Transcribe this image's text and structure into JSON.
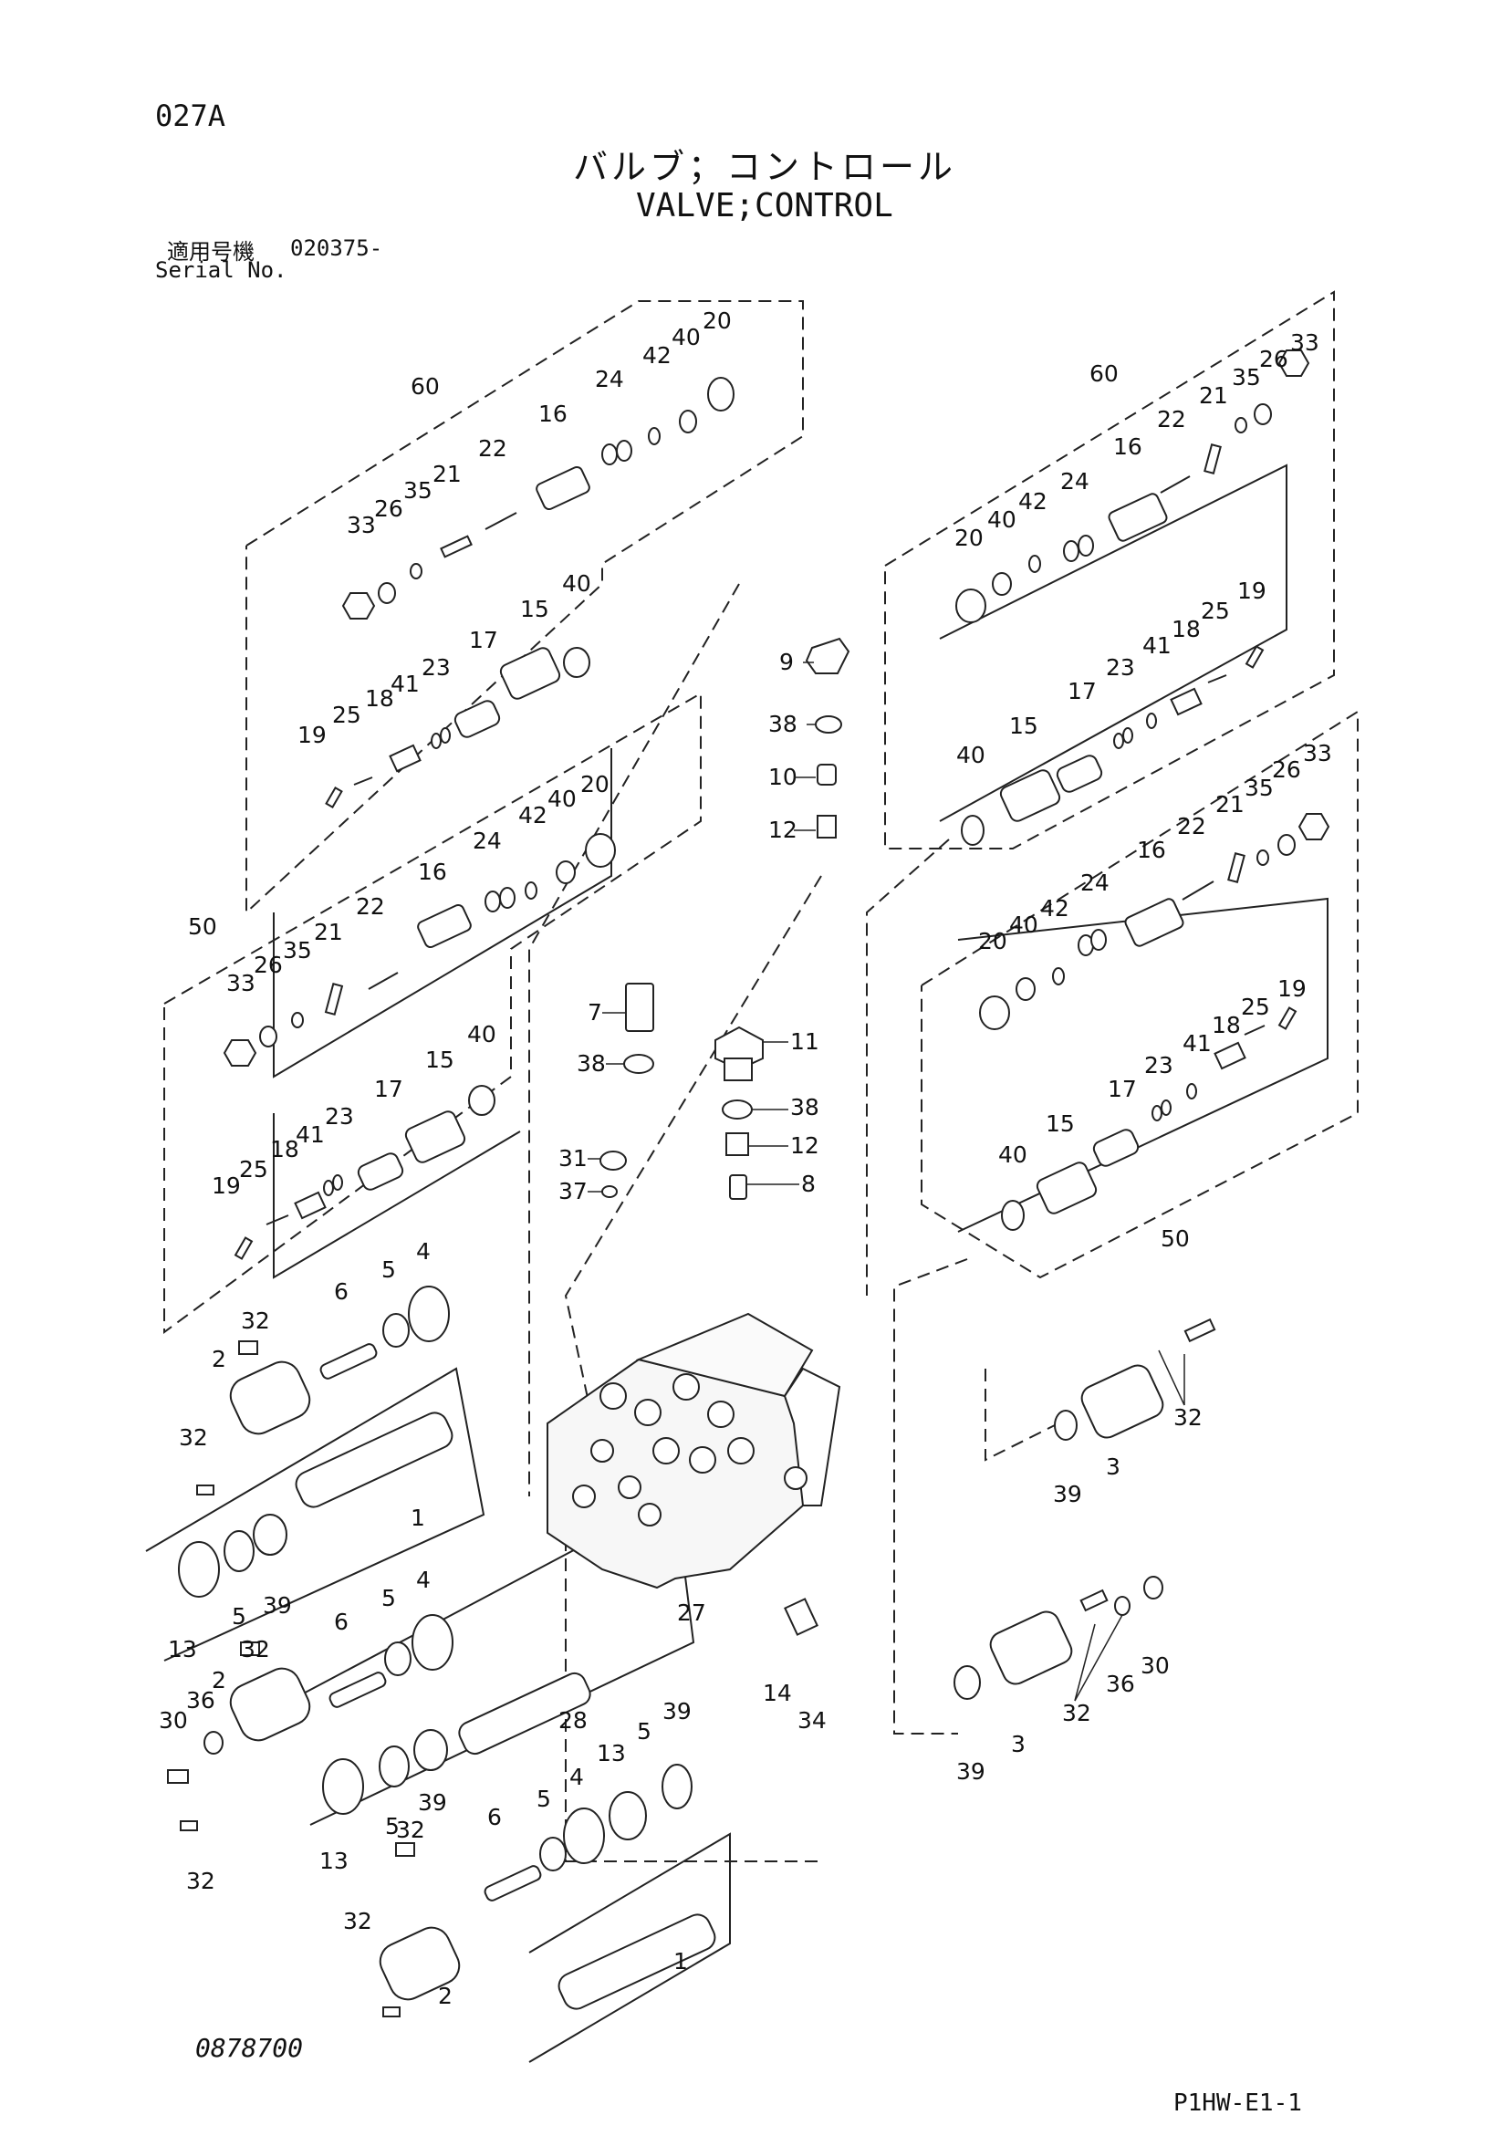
{
  "header": {
    "page_id": "027A",
    "title_jp": "バルブ；コントロール",
    "title_en": "VALVE;CONTROL",
    "serial_label_jp": "適用号機",
    "serial_label_en": "Serial No.",
    "serial_value": "020375-"
  },
  "footer": {
    "doc_number": "0878700",
    "figure_code": "P1HW-E1-1"
  },
  "callouts": [
    {
      "id": "c60a",
      "text": "60"
    },
    {
      "id": "c20a",
      "text": "20"
    },
    {
      "id": "c40a",
      "text": "40"
    },
    {
      "id": "c42a",
      "text": "42"
    },
    {
      "id": "c24a",
      "text": "24"
    },
    {
      "id": "c16a",
      "text": "16"
    },
    {
      "id": "c22a",
      "text": "22"
    },
    {
      "id": "c21a",
      "text": "21"
    },
    {
      "id": "c35a",
      "text": "35"
    },
    {
      "id": "c26a",
      "text": "26"
    },
    {
      "id": "c33a",
      "text": "33"
    },
    {
      "id": "c40b",
      "text": "40"
    },
    {
      "id": "c15a",
      "text": "15"
    },
    {
      "id": "c17a",
      "text": "17"
    },
    {
      "id": "c23a",
      "text": "23"
    },
    {
      "id": "c41a",
      "text": "41"
    },
    {
      "id": "c18a",
      "text": "18"
    },
    {
      "id": "c25a",
      "text": "25"
    },
    {
      "id": "c19a",
      "text": "19"
    },
    {
      "id": "c20b",
      "text": "20"
    },
    {
      "id": "c40c",
      "text": "40"
    },
    {
      "id": "c42b",
      "text": "42"
    },
    {
      "id": "c24b",
      "text": "24"
    },
    {
      "id": "c16b",
      "text": "16"
    },
    {
      "id": "c22b",
      "text": "22"
    },
    {
      "id": "c21b",
      "text": "21"
    },
    {
      "id": "c35b",
      "text": "35"
    },
    {
      "id": "c26b",
      "text": "26"
    },
    {
      "id": "c33b",
      "text": "33"
    },
    {
      "id": "c50a",
      "text": "50"
    },
    {
      "id": "c40d",
      "text": "40"
    },
    {
      "id": "c15b",
      "text": "15"
    },
    {
      "id": "c17b",
      "text": "17"
    },
    {
      "id": "c23b",
      "text": "23"
    },
    {
      "id": "c41b",
      "text": "41"
    },
    {
      "id": "c18b",
      "text": "18"
    },
    {
      "id": "c25b",
      "text": "25"
    },
    {
      "id": "c19b",
      "text": "19"
    },
    {
      "id": "c60b",
      "text": "60"
    },
    {
      "id": "c33c",
      "text": "33"
    },
    {
      "id": "c26c",
      "text": "26"
    },
    {
      "id": "c35c",
      "text": "35"
    },
    {
      "id": "c21c",
      "text": "21"
    },
    {
      "id": "c22c",
      "text": "22"
    },
    {
      "id": "c16c",
      "text": "16"
    },
    {
      "id": "c24c",
      "text": "24"
    },
    {
      "id": "c42c",
      "text": "42"
    },
    {
      "id": "c40e",
      "text": "40"
    },
    {
      "id": "c20c",
      "text": "20"
    },
    {
      "id": "c19c",
      "text": "19"
    },
    {
      "id": "c25c",
      "text": "25"
    },
    {
      "id": "c18c",
      "text": "18"
    },
    {
      "id": "c41c",
      "text": "41"
    },
    {
      "id": "c23c",
      "text": "23"
    },
    {
      "id": "c17c",
      "text": "17"
    },
    {
      "id": "c15c",
      "text": "15"
    },
    {
      "id": "c40f",
      "text": "40"
    },
    {
      "id": "c33d",
      "text": "33"
    },
    {
      "id": "c26d",
      "text": "26"
    },
    {
      "id": "c35d",
      "text": "35"
    },
    {
      "id": "c21d",
      "text": "21"
    },
    {
      "id": "c22d",
      "text": "22"
    },
    {
      "id": "c16d",
      "text": "16"
    },
    {
      "id": "c24d",
      "text": "24"
    },
    {
      "id": "c42d",
      "text": "42"
    },
    {
      "id": "c40g",
      "text": "40"
    },
    {
      "id": "c20d",
      "text": "20"
    },
    {
      "id": "c19d",
      "text": "19"
    },
    {
      "id": "c25d",
      "text": "25"
    },
    {
      "id": "c18d",
      "text": "18"
    },
    {
      "id": "c41d",
      "text": "41"
    },
    {
      "id": "c23d",
      "text": "23"
    },
    {
      "id": "c17d",
      "text": "17"
    },
    {
      "id": "c15d",
      "text": "15"
    },
    {
      "id": "c40h",
      "text": "40"
    },
    {
      "id": "c50b",
      "text": "50"
    },
    {
      "id": "c9",
      "text": "9"
    },
    {
      "id": "c38a",
      "text": "38"
    },
    {
      "id": "c10",
      "text": "10"
    },
    {
      "id": "c12a",
      "text": "12"
    },
    {
      "id": "c7",
      "text": "7"
    },
    {
      "id": "c11",
      "text": "11"
    },
    {
      "id": "c38b",
      "text": "38"
    },
    {
      "id": "c38c",
      "text": "38"
    },
    {
      "id": "c12b",
      "text": "12"
    },
    {
      "id": "c31",
      "text": "31"
    },
    {
      "id": "c8",
      "text": "8"
    },
    {
      "id": "c37",
      "text": "37"
    },
    {
      "id": "c6a",
      "text": "6"
    },
    {
      "id": "c5a",
      "text": "5"
    },
    {
      "id": "c4a",
      "text": "4"
    },
    {
      "id": "c32a",
      "text": "32"
    },
    {
      "id": "c2a",
      "text": "2"
    },
    {
      "id": "c32b",
      "text": "32"
    },
    {
      "id": "c1a",
      "text": "1"
    },
    {
      "id": "c13a",
      "text": "13"
    },
    {
      "id": "c5b",
      "text": "5"
    },
    {
      "id": "c39a",
      "text": "39"
    },
    {
      "id": "c6b",
      "text": "6"
    },
    {
      "id": "c5c",
      "text": "5"
    },
    {
      "id": "c4b",
      "text": "4"
    },
    {
      "id": "c32c",
      "text": "32"
    },
    {
      "id": "c2b",
      "text": "2"
    },
    {
      "id": "c30a",
      "text": "30"
    },
    {
      "id": "c36a",
      "text": "36"
    },
    {
      "id": "c32d",
      "text": "32"
    },
    {
      "id": "c28",
      "text": "28"
    },
    {
      "id": "c13b",
      "text": "13"
    },
    {
      "id": "c5d",
      "text": "5"
    },
    {
      "id": "c39b",
      "text": "39"
    },
    {
      "id": "c27",
      "text": "27"
    },
    {
      "id": "c14",
      "text": "14"
    },
    {
      "id": "c34",
      "text": "34"
    },
    {
      "id": "c6c",
      "text": "6"
    },
    {
      "id": "c5e",
      "text": "5"
    },
    {
      "id": "c4c",
      "text": "4"
    },
    {
      "id": "c13c",
      "text": "13"
    },
    {
      "id": "c5f",
      "text": "5"
    },
    {
      "id": "c39c",
      "text": "39"
    },
    {
      "id": "c32e",
      "text": "32"
    },
    {
      "id": "c32f",
      "text": "32"
    },
    {
      "id": "c2c",
      "text": "2"
    },
    {
      "id": "c1b",
      "text": "1"
    },
    {
      "id": "c32g",
      "text": "32"
    },
    {
      "id": "c39d",
      "text": "39"
    },
    {
      "id": "c3a",
      "text": "3"
    },
    {
      "id": "c30b",
      "text": "30"
    },
    {
      "id": "c36b",
      "text": "36"
    },
    {
      "id": "c32h",
      "text": "32"
    },
    {
      "id": "c3b",
      "text": "3"
    },
    {
      "id": "c39e",
      "text": "39"
    }
  ]
}
